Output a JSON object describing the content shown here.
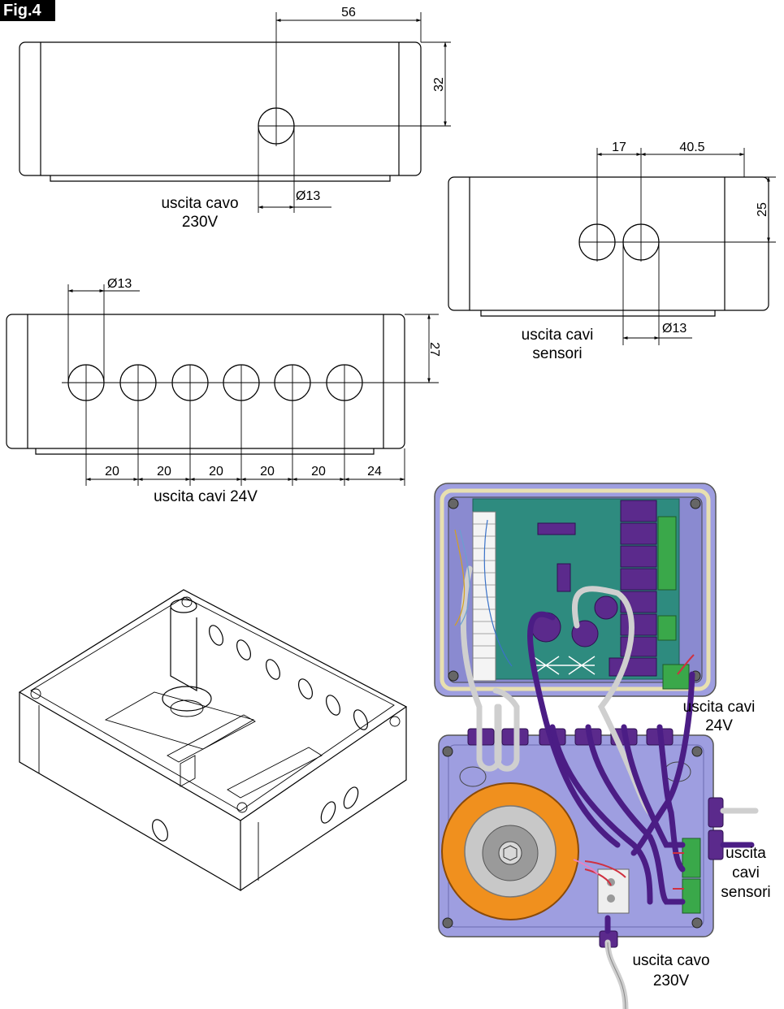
{
  "figure": {
    "label": "Fig.4"
  },
  "top_view": {
    "dims": {
      "width": "56",
      "height": "32",
      "hole": "Ø13"
    },
    "caption": [
      "uscita cavo",
      "230V"
    ]
  },
  "right_view": {
    "dims": {
      "spacing": "17",
      "offset": "40.5",
      "height": "25",
      "hole": "Ø13"
    },
    "caption": [
      "uscita cavi",
      "sensori"
    ]
  },
  "front_view": {
    "dims": {
      "hole": "Ø13",
      "height": "27",
      "spacings": [
        "20",
        "20",
        "20",
        "20",
        "20",
        "24"
      ]
    },
    "caption": [
      "uscita cavi 24V"
    ]
  },
  "photo_labels": {
    "cables_24v": [
      "uscita cavi",
      "24V"
    ],
    "sensors": [
      "uscita",
      "cavi",
      "sensori"
    ],
    "cable_230v": [
      "uscita cavo",
      "230V"
    ]
  },
  "colors": {
    "enclosure": "#9e9ee0",
    "pcb": "#2e8b7f",
    "relay": "#5b2a8c",
    "transformer": "#f0901e",
    "terminal": "#3aa84a",
    "cable_purple": "#4b1d85",
    "cable_white": "#cfcfcf"
  }
}
